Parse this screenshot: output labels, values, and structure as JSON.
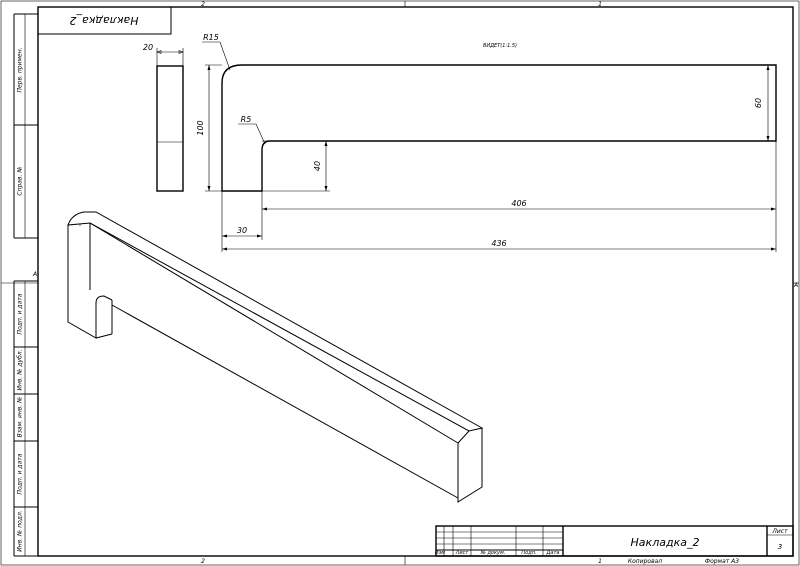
{
  "sheet": {
    "rotated_title": "Накладка_2",
    "zone_top_left": "2",
    "zone_top_right": "1",
    "zone_bottom_left": "2",
    "zone_bottom_right": "1",
    "zone_left": "A",
    "zone_right": "A"
  },
  "side_stamp": [
    "Перв. примен.",
    "Справ. №",
    "Подп. и дата",
    "Инв. № дубл.",
    "Взам. инв. №",
    "Подп. и дата",
    "Инв. № подл."
  ],
  "drawing": {
    "view_note": "ВИДЕТ(1:1.5)",
    "dims": {
      "r_outer": "R15",
      "r_inner": "R5",
      "thickness": "20",
      "height_total": "100",
      "height_right": "60",
      "height_leg": "40",
      "leg_width": "30",
      "length_inner": "406",
      "length_total": "436"
    }
  },
  "title_block": {
    "name": "Накладка_2",
    "sheet_label": "Лист",
    "sheet_number": "3",
    "col_headers": [
      "Изм",
      "Лист",
      "№ докум.",
      "Подп.",
      "Дата"
    ],
    "copied": "Копировал",
    "format": "Формат А3"
  }
}
